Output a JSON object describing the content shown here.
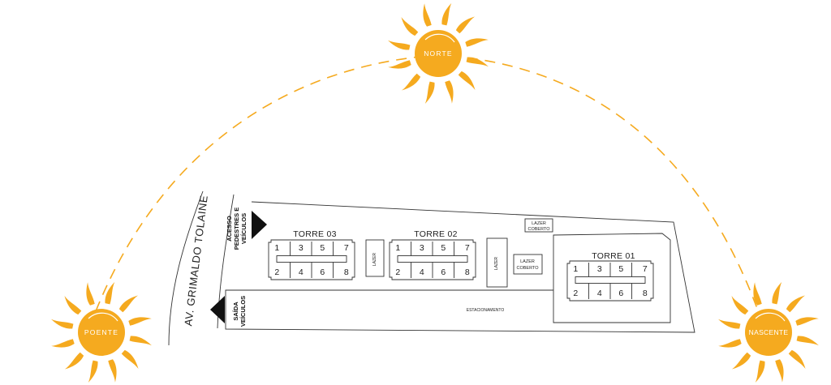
{
  "colors": {
    "sun": "#f5aa1f",
    "arc": "#f5aa1f",
    "lines": "#333333",
    "arrow": "#111111"
  },
  "icons": [
    "sun-icon",
    "arrow-right-icon",
    "arrow-left-icon"
  ],
  "suns": {
    "north": "NORTE",
    "west": "POENTE",
    "east": "NASCENTE"
  },
  "avenue": "AV. GRIMALDO TOLAINE",
  "access": {
    "entrance_line1": "ACESSO",
    "entrance_line2": "PEDESTRES E",
    "entrance_line3": "VEÍCULOS",
    "exit_line1": "SAÍDA",
    "exit_line2": "VEÍCULOS"
  },
  "towers": [
    {
      "name": "TORRE 03",
      "units_top": [
        "1",
        "3",
        "5",
        "7"
      ],
      "units_bottom": [
        "2",
        "4",
        "6",
        "8"
      ]
    },
    {
      "name": "TORRE 02",
      "units_top": [
        "1",
        "3",
        "5",
        "7"
      ],
      "units_bottom": [
        "2",
        "4",
        "6",
        "8"
      ]
    },
    {
      "name": "TORRE 01",
      "units_top": [
        "1",
        "3",
        "5",
        "7"
      ],
      "units_bottom": [
        "2",
        "4",
        "6",
        "8"
      ]
    }
  ],
  "amenities": {
    "lazer_1": "LAZER",
    "lazer_2": "LAZER",
    "lazer_coberto_main_1": "LAZER",
    "lazer_coberto_main_2": "COBERTO",
    "lazer_coberto_top_1": "LAZER",
    "lazer_coberto_top_2": "COBERTO",
    "parking": "ESTACIONAMENTO"
  }
}
